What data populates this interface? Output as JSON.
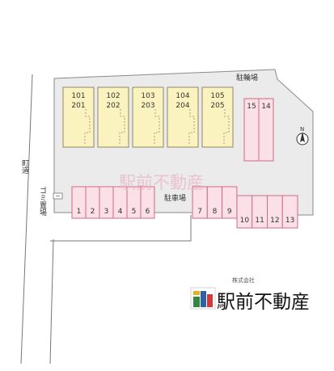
{
  "colors": {
    "lot": "#ebebeb",
    "lot_stroke": "#8a8a8a",
    "building": "#fbf3bf",
    "building_stroke": "#8c8a63",
    "parking": "#fbe0e7",
    "parking_stroke": "#d06a86",
    "line": "#777777",
    "text": "#333333",
    "watermark": "#e9b4c7",
    "brand": "#111111",
    "brand_small": "#555555"
  },
  "labels": {
    "bicycle_parking": "駐輪場",
    "parking_lot": "駐車場",
    "street": "町道",
    "garbage_area": "ゴミ置場",
    "north": "N",
    "watermark": "駅前不動産"
  },
  "buildings": [
    {
      "upper": "101",
      "lower": "201"
    },
    {
      "upper": "102",
      "lower": "202"
    },
    {
      "upper": "103",
      "lower": "203"
    },
    {
      "upper": "104",
      "lower": "204"
    },
    {
      "upper": "105",
      "lower": "205"
    }
  ],
  "parking": {
    "left_group": [
      "1",
      "2",
      "3",
      "4",
      "5",
      "6"
    ],
    "middle_group": [
      "7",
      "8",
      "9"
    ],
    "right_group": [
      "10",
      "11",
      "12",
      "13"
    ],
    "upper_group": [
      "15",
      "14"
    ]
  },
  "brand": {
    "small_text": "株式会社",
    "name": "駅前不動産",
    "icon": "building-logo-icon"
  }
}
